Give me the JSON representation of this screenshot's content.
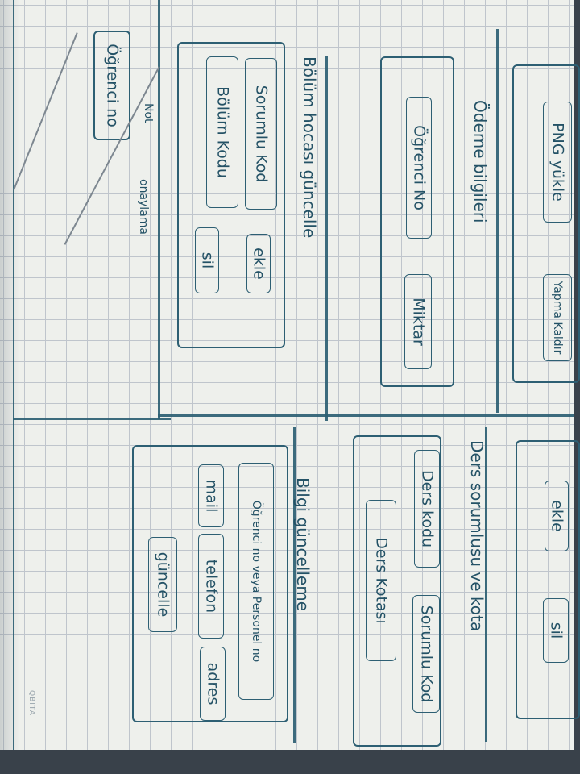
{
  "sections": {
    "png_upload": {
      "buttons": [
        "PNG yükle",
        "Yapma Kaldır"
      ]
    },
    "payment_info": {
      "title": "Ödeme bilgileri",
      "fields": [
        "Öğrenci No",
        "Miktar"
      ]
    },
    "department_head": {
      "title": "Bölüm hocası güncelle",
      "fields": [
        "Sorumlu Kod",
        "Bölüm Kodu"
      ],
      "buttons": [
        "ekle",
        "sil"
      ]
    },
    "crossed_out": {
      "field": "Öğrenci no",
      "note_1": "Not",
      "note_2": "onaylama"
    },
    "course_responsibility": {
      "title": "Ders sorumlusu ve kota",
      "fields": [
        "Ders kodu",
        "Sorumlu Kod",
        "Ders Kotası"
      ]
    },
    "add_remove": {
      "buttons": [
        "ekle",
        "sil"
      ]
    },
    "info_update": {
      "title": "Bilgi güncelleme",
      "fields": [
        "Öğrenci no veya Personel no",
        "mail",
        "telefon",
        "adres"
      ],
      "button": "güncelle"
    }
  },
  "notebook_brand": "QBITA",
  "colors": {
    "ink": "#2d5f73",
    "paper": "#eef0ec",
    "grid": "#bfc5cc",
    "pencil": "#7d8790"
  }
}
